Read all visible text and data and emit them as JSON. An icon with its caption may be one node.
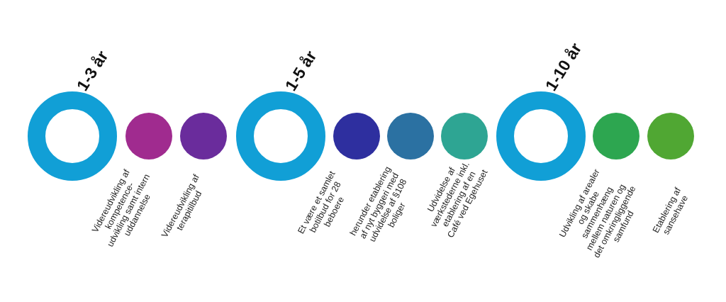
{
  "diagram": {
    "nodes": [
      {
        "text": [
          "1-3 år"
        ]
      },
      {
        "text": [
          "Videreudvikling af kompetence- udvikling samt intern uddannelse"
        ]
      },
      {
        "text": [
          "Videreudvikling af terapitilbud"
        ]
      },
      {
        "text": [
          "1-5 år"
        ]
      },
      {
        "text": [
          "Et være et samlet botilbud for 28 beboere"
        ]
      },
      {
        "text": [
          "herunder etablering af nyt byggeri med udvidelse af §108 boliger"
        ]
      },
      {
        "text": [
          "Udvidelse af værkstederne inkl. etablering af en Café ved Egehuset"
        ]
      },
      {
        "text": [
          "1-10 år"
        ]
      },
      {
        "text": [
          "Udvikling af arealer og skabe sammenhæng mellem naturen og det omkringliggende samfund"
        ]
      },
      {
        "text": [
          "Etablering af sansehave"
        ]
      }
    ]
  }
}
